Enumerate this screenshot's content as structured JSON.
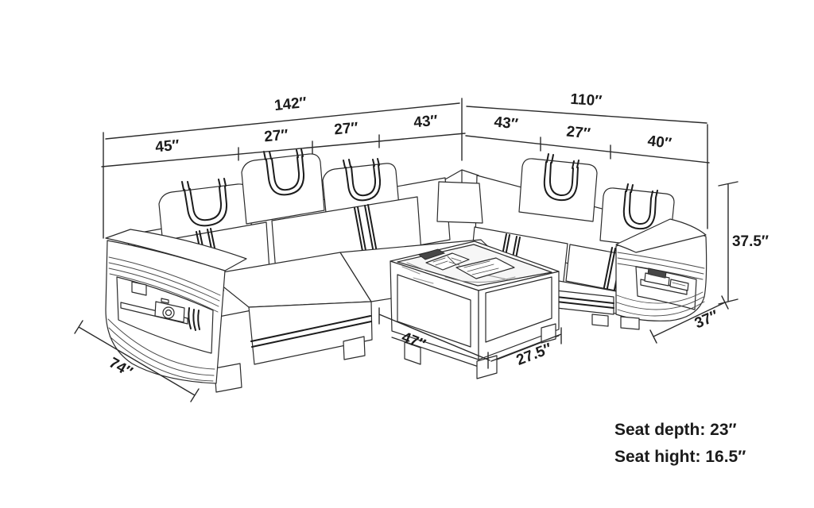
{
  "colors": {
    "background": "#ffffff",
    "ink": "#2b2b2b",
    "accent_stripe": "#1c1c1c"
  },
  "dims": {
    "left": {
      "total": "142″",
      "segments": [
        "45″",
        "27″",
        "27″",
        "43″"
      ]
    },
    "right": {
      "total": "110″",
      "segments": [
        "43″",
        "27″",
        "40″"
      ]
    },
    "height": "37.5″",
    "arm_depth": "37″",
    "chaise_depth": "74″",
    "table_length": "47″",
    "table_depth": "27.5″"
  },
  "notes": {
    "seat_depth": "Seat depth: 23″",
    "seat_height": "Seat hight: 16.5″"
  }
}
